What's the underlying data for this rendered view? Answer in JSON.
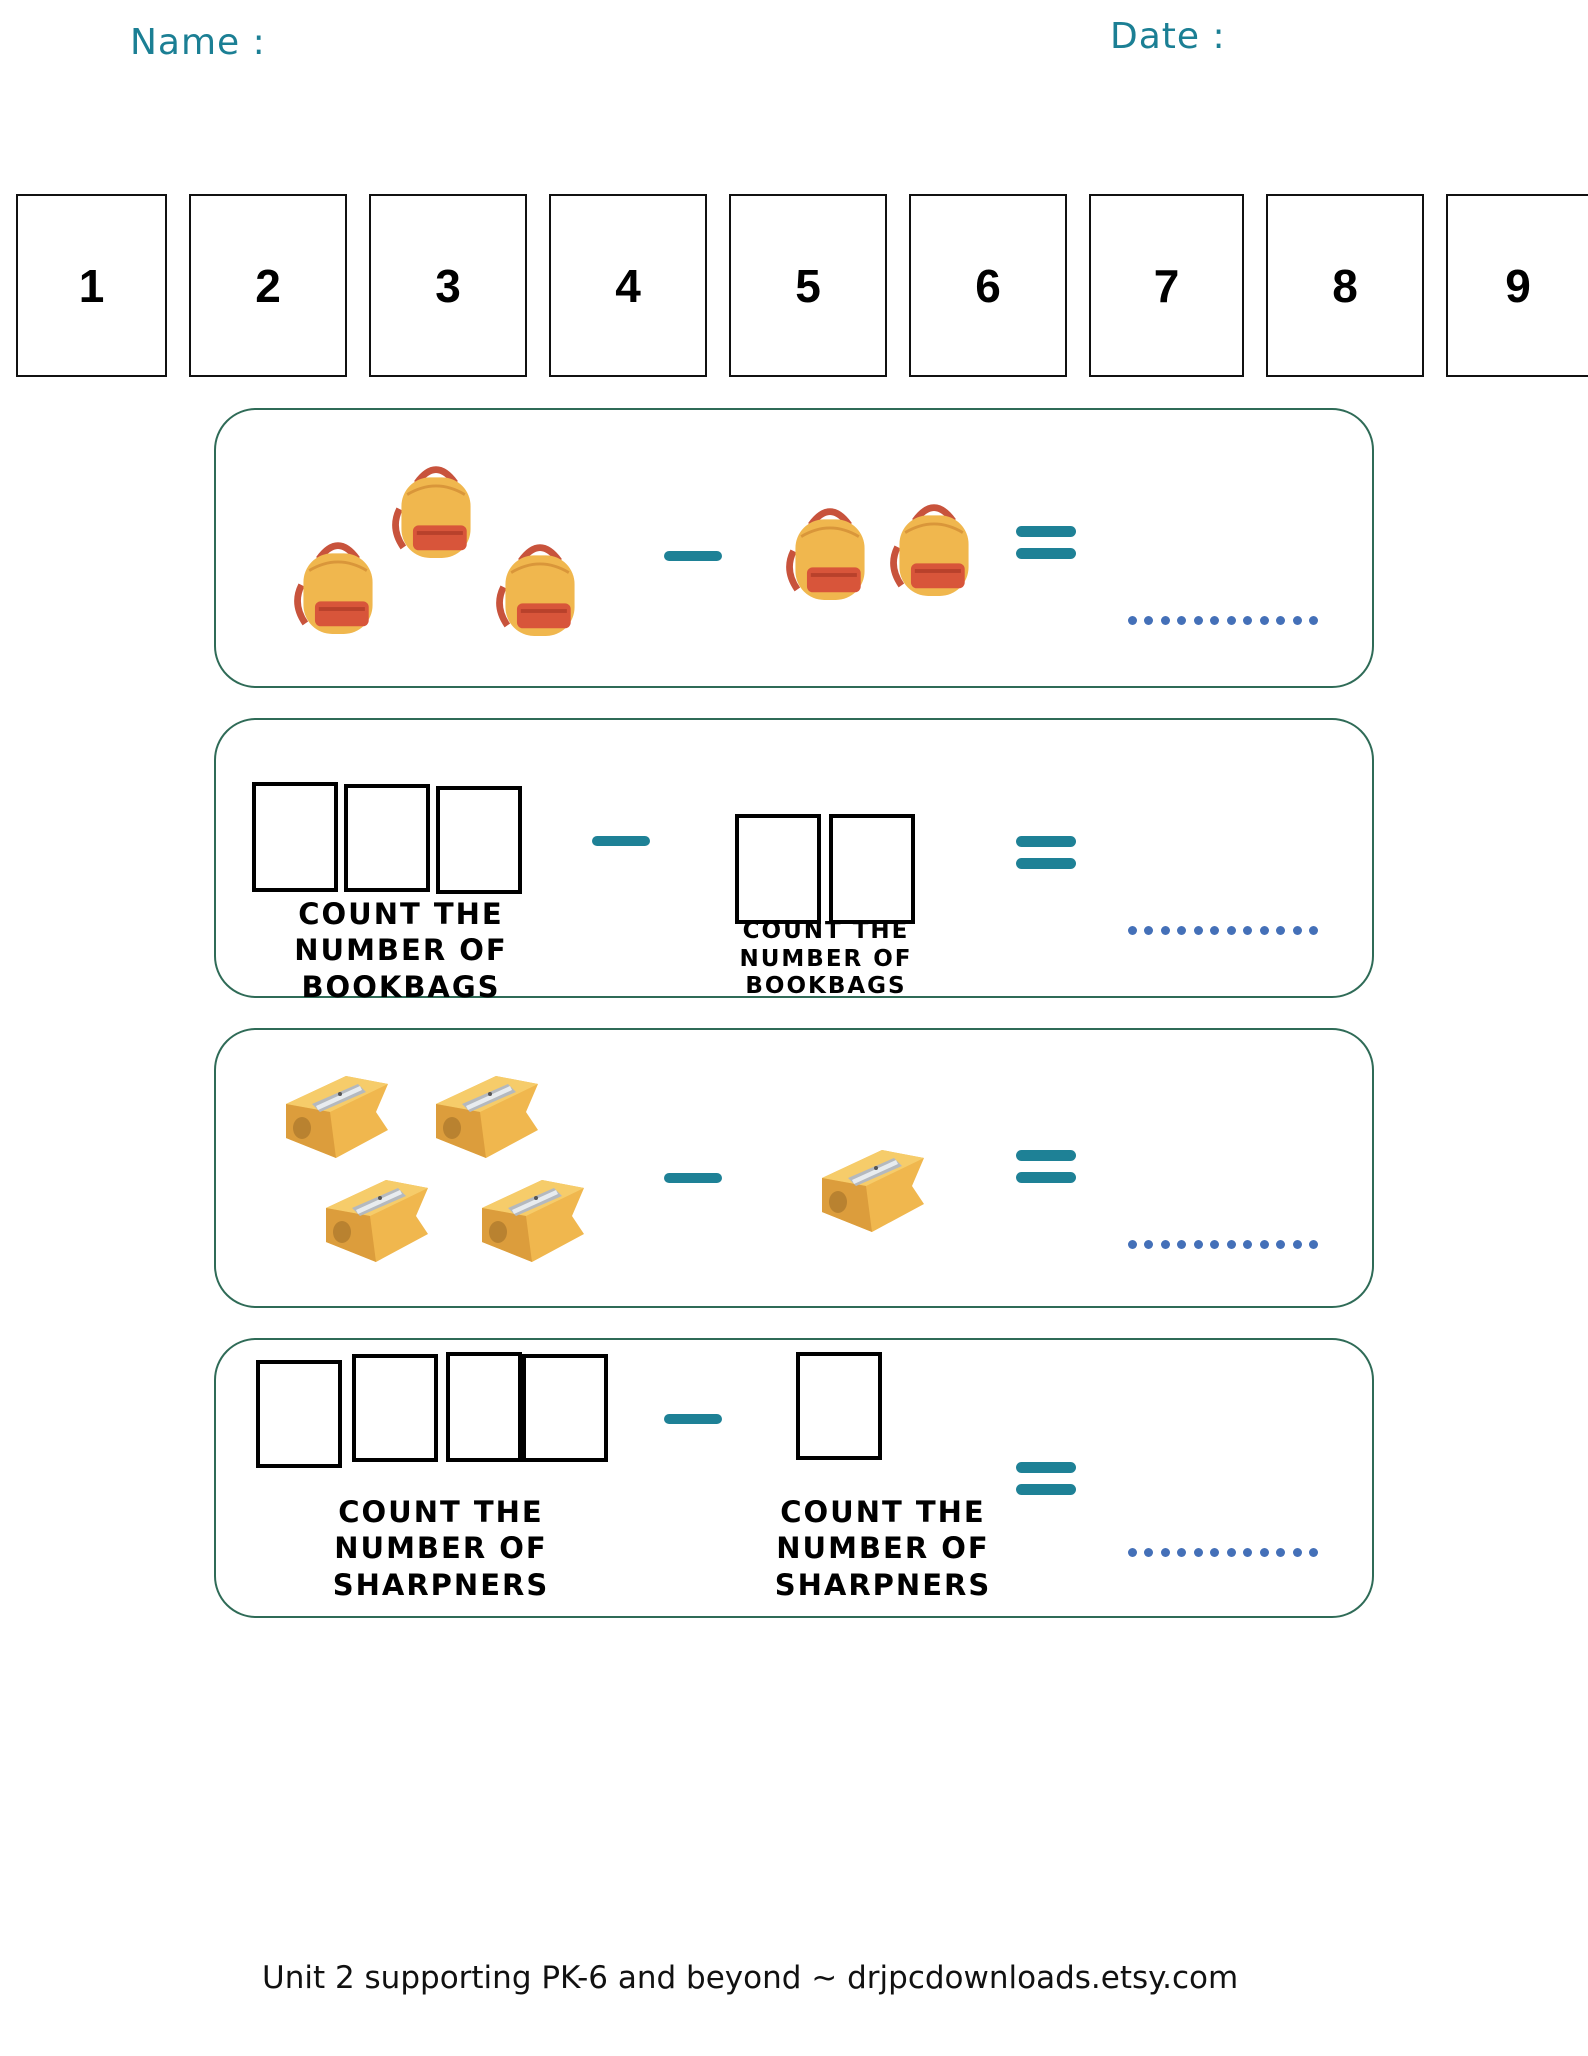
{
  "header": {
    "name_label": "Name :",
    "date_label": "Date :"
  },
  "number_line": [
    "1",
    "2",
    "3",
    "4",
    "5",
    "6",
    "7",
    "8",
    "9"
  ],
  "problems": [
    {
      "type": "pictures",
      "object": "bookbag",
      "left_count": 3,
      "right_count": 2,
      "operator": "minus",
      "answer_blank": ".........."
    },
    {
      "type": "boxes",
      "left_boxes": 3,
      "right_boxes": 2,
      "operator": "minus",
      "answer_blank": "..........",
      "left_caption": [
        "COUNT THE",
        "NUMBER OF",
        "BOOKBAGS"
      ],
      "right_caption": [
        "COUNT THE",
        "NUMBER OF",
        "BOOKBAGS"
      ]
    },
    {
      "type": "pictures",
      "object": "sharpener",
      "left_count": 4,
      "right_count": 1,
      "operator": "minus",
      "answer_blank": ".........."
    },
    {
      "type": "boxes",
      "left_boxes": 4,
      "right_boxes": 1,
      "operator": "minus",
      "answer_blank": "..........",
      "left_caption": [
        "COUNT THE",
        "NUMBER OF",
        "SHARPNERS"
      ],
      "right_caption": [
        "COUNT THE",
        "NUMBER OF",
        "SHARPNERS"
      ]
    }
  ],
  "colors": {
    "accent": "#1e8196",
    "dots": "#4470b8",
    "panel_border": "#2f6b57",
    "header_text": "#1b7f94"
  },
  "footer": "Unit 2 supporting PK-6  and beyond ~ drjpcdownloads.etsy.com"
}
